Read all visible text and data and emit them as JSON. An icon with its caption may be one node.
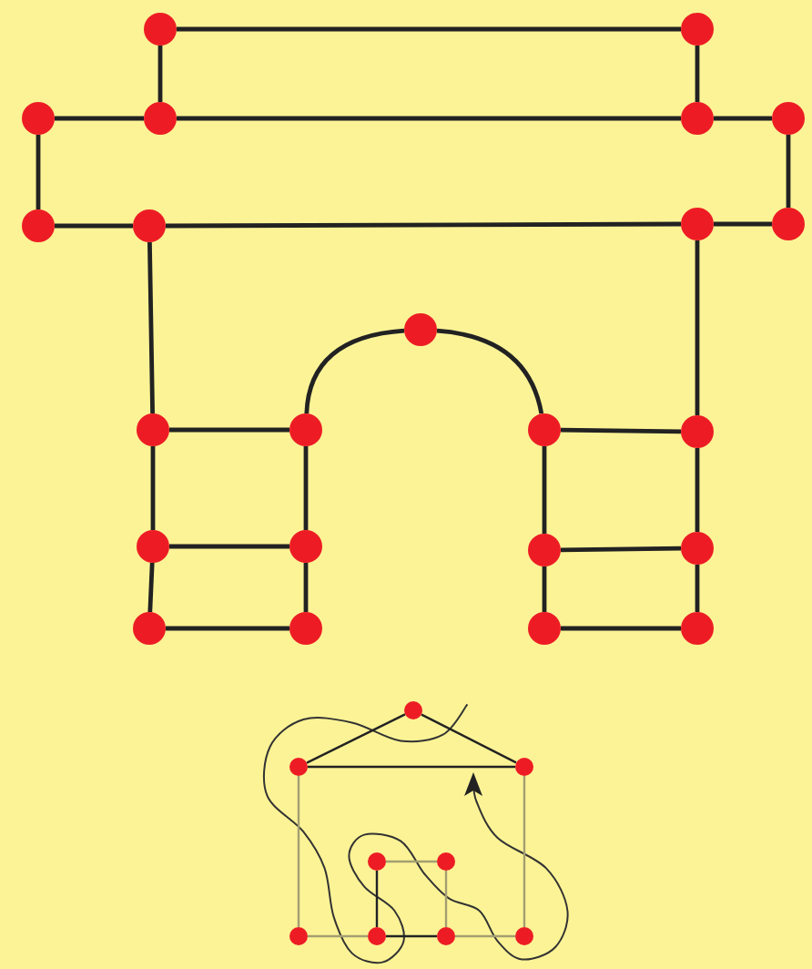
{
  "diagram": {
    "nodes": [
      {
        "text": [],
        "shape": "circle"
      },
      {
        "text": [],
        "shape": "circle"
      },
      {
        "text": [],
        "shape": "circle"
      },
      {
        "text": [],
        "shape": "circle"
      },
      {
        "text": [],
        "shape": "circle"
      },
      {
        "text": [],
        "shape": "circle"
      },
      {
        "text": [],
        "shape": "circle"
      },
      {
        "text": [],
        "shape": "circle"
      },
      {
        "text": [],
        "shape": "circle"
      },
      {
        "text": [],
        "shape": "circle"
      },
      {
        "text": [],
        "shape": "circle"
      },
      {
        "text": [],
        "shape": "circle"
      },
      {
        "text": [],
        "shape": "circle"
      },
      {
        "text": [],
        "shape": "circle"
      },
      {
        "text": [],
        "shape": "circle"
      },
      {
        "text": [],
        "shape": "circle"
      },
      {
        "text": [],
        "shape": "circle"
      },
      {
        "text": [],
        "shape": "circle"
      },
      {
        "text": [],
        "shape": "circle"
      },
      {
        "text": [],
        "shape": "circle"
      },
      {
        "text": [],
        "shape": "circle"
      },
      {
        "text": [],
        "shape": "circle"
      },
      {
        "text": [],
        "shape": "circle"
      },
      {
        "text": [],
        "shape": "circle"
      },
      {
        "text": [],
        "shape": "circle"
      },
      {
        "text": [],
        "shape": "circle"
      },
      {
        "text": [],
        "shape": "circle"
      },
      {
        "text": [],
        "shape": "circle"
      },
      {
        "text": [],
        "shape": "circle"
      },
      {
        "text": [],
        "shape": "circle"
      },
      {
        "text": [],
        "shape": "circle"
      },
      {
        "text": [],
        "shape": "circle"
      }
    ],
    "edges": [
      {
        "from": 0,
        "to": 1,
        "arrow": "none"
      },
      {
        "from": 0,
        "to": 3,
        "arrow": "none"
      },
      {
        "from": 1,
        "to": 4,
        "arrow": "none"
      },
      {
        "from": 2,
        "to": 3,
        "arrow": "none"
      },
      {
        "from": 3,
        "to": 4,
        "arrow": "none"
      },
      {
        "from": 4,
        "to": 5,
        "arrow": "none"
      },
      {
        "from": 2,
        "to": 6,
        "arrow": "none"
      },
      {
        "from": 5,
        "to": 9,
        "arrow": "none"
      },
      {
        "from": 6,
        "to": 7,
        "arrow": "none"
      },
      {
        "from": 7,
        "to": 8,
        "arrow": "none"
      },
      {
        "from": 8,
        "to": 9,
        "arrow": "none"
      },
      {
        "from": 7,
        "to": 11,
        "arrow": "none"
      },
      {
        "from": 8,
        "to": 14,
        "arrow": "none"
      },
      {
        "from": 10,
        "to": 12,
        "arrow": "none"
      },
      {
        "from": 10,
        "to": 13,
        "arrow": "none"
      },
      {
        "from": 11,
        "to": 12,
        "arrow": "none"
      },
      {
        "from": 13,
        "to": 14,
        "arrow": "none"
      },
      {
        "from": 11,
        "to": 15,
        "arrow": "none"
      },
      {
        "from": 12,
        "to": 16,
        "arrow": "none"
      },
      {
        "from": 13,
        "to": 17,
        "arrow": "none"
      },
      {
        "from": 14,
        "to": 18,
        "arrow": "none"
      },
      {
        "from": 15,
        "to": 16,
        "arrow": "none"
      },
      {
        "from": 17,
        "to": 18,
        "arrow": "none"
      },
      {
        "from": 15,
        "to": 19,
        "arrow": "none"
      },
      {
        "from": 16,
        "to": 20,
        "arrow": "none"
      },
      {
        "from": 17,
        "to": 21,
        "arrow": "none"
      },
      {
        "from": 18,
        "to": 22,
        "arrow": "none"
      },
      {
        "from": 19,
        "to": 20,
        "arrow": "none"
      },
      {
        "from": 21,
        "to": 22,
        "arrow": "none"
      },
      {
        "from": 23,
        "to": 24,
        "arrow": "none"
      },
      {
        "from": 23,
        "to": 25,
        "arrow": "none"
      },
      {
        "from": 24,
        "to": 25,
        "arrow": "none"
      },
      {
        "from": 24,
        "to": 28,
        "arrow": "none",
        "color": "#a39e72"
      },
      {
        "from": 25,
        "to": 31,
        "arrow": "none",
        "color": "#a39e72"
      },
      {
        "from": 26,
        "to": 27,
        "arrow": "none",
        "color": "#a39e72"
      },
      {
        "from": 26,
        "to": 29,
        "arrow": "none"
      },
      {
        "from": 27,
        "to": 30,
        "arrow": "none",
        "color": "#a39e72"
      },
      {
        "from": 28,
        "to": 29,
        "arrow": "none",
        "color": "#a39e72"
      },
      {
        "from": 29,
        "to": 30,
        "arrow": "none"
      },
      {
        "from": 30,
        "to": 31,
        "arrow": "none",
        "color": "#a39e72"
      }
    ]
  }
}
